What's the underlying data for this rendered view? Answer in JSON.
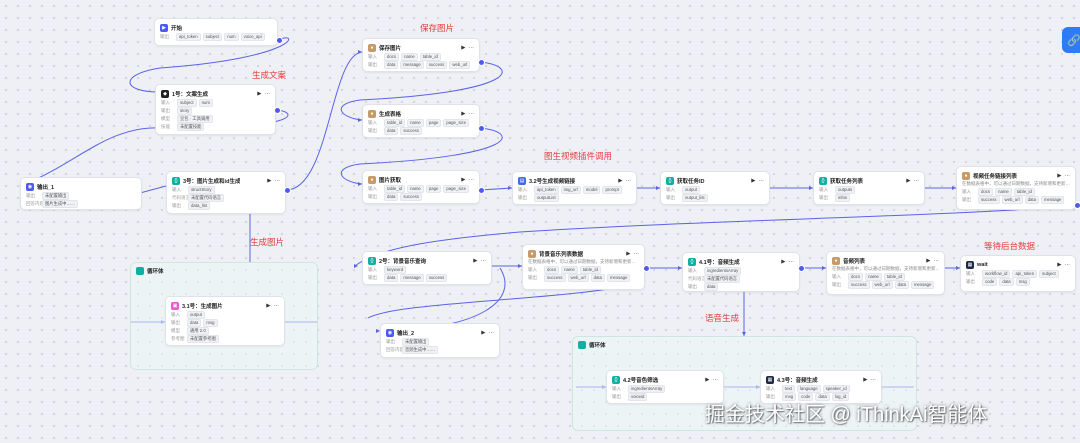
{
  "labels": {
    "save_image": "保存图片",
    "gen_copy": "生成文案",
    "gen_image": "生成图片",
    "plugin_call": "图生视频插件调用",
    "voice_gen": "语音生成",
    "wait_bg": "等待后台数据"
  },
  "nodes": {
    "start": {
      "title": "开始",
      "rows": [
        {
          "k": "输出",
          "chips": [
            "api_token",
            "subject",
            "num",
            "voice_api"
          ]
        }
      ]
    },
    "copy": {
      "title": "1号：文案生成",
      "rows": [
        {
          "k": "输入",
          "chips": [
            "subject",
            "num"
          ]
        },
        {
          "k": "输出",
          "chips": [
            "story"
          ]
        },
        {
          "k": "模型",
          "chips": [
            "豆包 · 工具调用"
          ]
        },
        {
          "k": "技能",
          "chips": [
            "未配置技能"
          ]
        }
      ]
    },
    "output1": {
      "title": "输出_1",
      "rows": [
        {
          "k": "输出",
          "chips": [
            "未配置输出"
          ]
        },
        {
          "k": "回答内容",
          "chips": [
            "图片生成中……"
          ]
        }
      ]
    },
    "imgprompt": {
      "title": "3号：图片生成和id生成",
      "rows": [
        {
          "k": "输入",
          "chips": [
            "structStory"
          ]
        },
        {
          "k": "代码语言",
          "chips": [
            "未配置代码语言"
          ]
        },
        {
          "k": "输出",
          "chips": [
            "data_list"
          ]
        }
      ]
    },
    "loop1": {
      "title": "循环体"
    },
    "genimg": {
      "title": "3.1号：生成图片",
      "rows": [
        {
          "k": "输入",
          "chips": [
            "output"
          ]
        },
        {
          "k": "输出",
          "chips": [
            "data",
            "msg"
          ]
        },
        {
          "k": "模型",
          "chips": [
            "通用 2.0"
          ]
        },
        {
          "k": "参考图",
          "chips": [
            "未配置参考图"
          ]
        }
      ]
    },
    "saveimg": {
      "title": "保存图片",
      "rows": [
        {
          "k": "输入",
          "chips": [
            "docs",
            "name",
            "table_id"
          ]
        },
        {
          "k": "输出",
          "chips": [
            "data",
            "message",
            "success",
            "web_url"
          ]
        }
      ]
    },
    "table": {
      "title": "生成表格",
      "rows": [
        {
          "k": "输入",
          "chips": [
            "table_id",
            "name",
            "page",
            "page_size"
          ]
        },
        {
          "k": "输出",
          "chips": [
            "data",
            "success"
          ]
        }
      ]
    },
    "getimg": {
      "title": "图片获取",
      "rows": [
        {
          "k": "输入",
          "chips": [
            "table_id",
            "name",
            "page",
            "page_size"
          ]
        },
        {
          "k": "输出",
          "chips": [
            "data",
            "success"
          ]
        }
      ]
    },
    "i2v": {
      "title": "3.2号生成视频链接",
      "rows": [
        {
          "k": "输入",
          "chips": [
            "api_token",
            "img_url",
            "model",
            "prompt"
          ]
        },
        {
          "k": "输出",
          "chips": [
            "outputList"
          ]
        }
      ]
    },
    "taskid": {
      "title": "获取任务ID",
      "rows": [
        {
          "k": "输入",
          "chips": [
            "output"
          ]
        },
        {
          "k": "输出",
          "chips": [
            "output_list"
          ]
        }
      ]
    },
    "tasklist": {
      "title": "获取任务列表",
      "rows": [
        {
          "k": "输入",
          "chips": [
            "outputs"
          ]
        },
        {
          "k": "输出",
          "chips": [
            "infos"
          ]
        }
      ]
    },
    "videolist": {
      "title": "视频任务链接列表",
      "sub": "在数据表格中，可以通过日期数据，支持新增和更新…",
      "rows": [
        {
          "k": "输入",
          "chips": [
            "docs",
            "name",
            "table_id"
          ]
        },
        {
          "k": "输出",
          "chips": [
            "success",
            "web_url",
            "data",
            "message"
          ]
        }
      ]
    },
    "music": {
      "title": "2号：背景音乐查询",
      "rows": [
        {
          "k": "输入",
          "chips": [
            "keyword"
          ]
        },
        {
          "k": "输出",
          "chips": [
            "data",
            "message",
            "success"
          ]
        }
      ]
    },
    "musiclist": {
      "title": "背景音乐列表数据",
      "sub": "在数据表格中，可以通过日期数据，支持新增和更新…",
      "rows": [
        {
          "k": "输入",
          "chips": [
            "docs",
            "name",
            "table_id"
          ]
        },
        {
          "k": "输出",
          "chips": [
            "success",
            "web_url",
            "data",
            "message"
          ]
        }
      ]
    },
    "output2": {
      "title": "输出_2",
      "rows": [
        {
          "k": "输出",
          "chips": [
            "未配置输出"
          ]
        },
        {
          "k": "回答内容",
          "chips": [
            "音频生成中……"
          ]
        }
      ]
    },
    "audiogen": {
      "title": "4.1号：音频生成",
      "rows": [
        {
          "k": "输入",
          "chips": [
            "ingredientsArray"
          ]
        },
        {
          "k": "代码语言",
          "chips": [
            "未配置代码语言"
          ]
        },
        {
          "k": "输出",
          "chips": [
            "data"
          ]
        }
      ]
    },
    "audiolist": {
      "title": "音频列表",
      "sub": "在数据表格中，可以通过日期数据，支持新增和更新…",
      "rows": [
        {
          "k": "输入",
          "chips": [
            "docs",
            "name",
            "table_id"
          ]
        },
        {
          "k": "输出",
          "chips": [
            "success",
            "web_url",
            "data",
            "message"
          ]
        }
      ]
    },
    "wait": {
      "title": "wait",
      "rows": [
        {
          "k": "输入",
          "chips": [
            "workflow_id",
            "api_token",
            "subject"
          ]
        },
        {
          "k": "输出",
          "chips": [
            "code",
            "data",
            "msg"
          ]
        }
      ]
    },
    "loop2": {
      "title": "循环体"
    },
    "voicesel": {
      "title": "4.2号音色筛选",
      "rows": [
        {
          "k": "输入",
          "chips": [
            "ingredientsArray"
          ]
        },
        {
          "k": "输出",
          "chips": [
            "voiceid"
          ]
        }
      ]
    },
    "voicegen": {
      "title": "4.3号：音频生成",
      "rows": [
        {
          "k": "输入",
          "chips": [
            "text",
            "language",
            "speaker_id"
          ]
        },
        {
          "k": "输出",
          "chips": [
            "msg",
            "code",
            "data",
            "log_id"
          ]
        }
      ]
    }
  },
  "watermark": "掘金技术社区 @ iThinkAi智能体",
  "colors": {
    "accent": "#4e5bf0",
    "wire": "#5b63e8",
    "annotation": "#e23c3c",
    "loop_border": "#cfe6e0"
  }
}
